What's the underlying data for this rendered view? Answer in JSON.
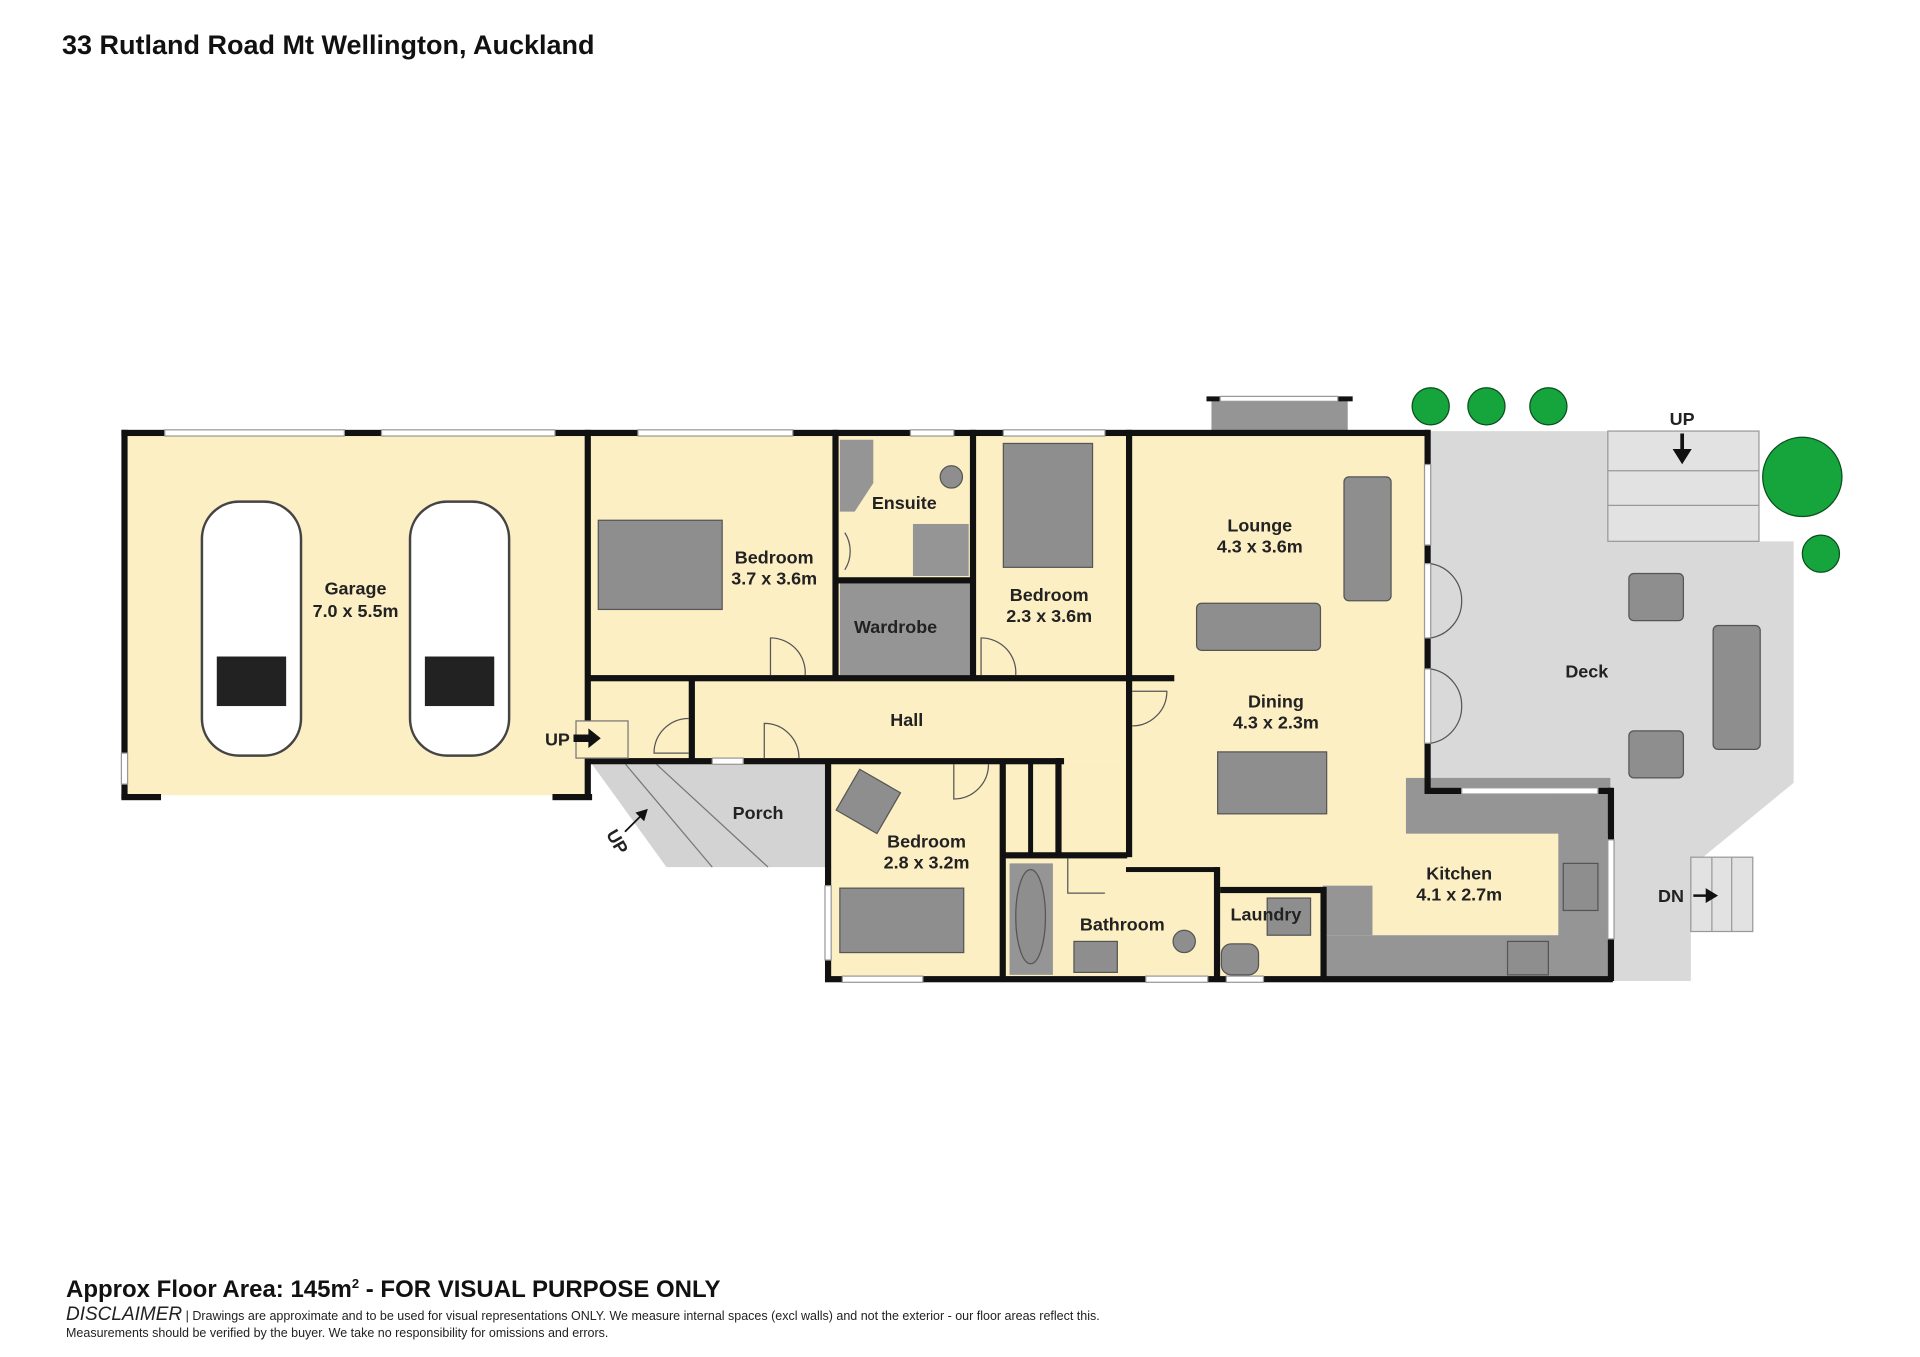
{
  "header": {
    "title": "33 Rutland Road Mt Wellington, Auckland"
  },
  "rooms": {
    "garage": {
      "name": "Garage",
      "size": "7.0 x 5.5m"
    },
    "bedroom1": {
      "name": "Bedroom",
      "size": "3.7 x 3.6m"
    },
    "ensuite": {
      "name": "Ensuite"
    },
    "wardrobe": {
      "name": "Wardrobe"
    },
    "bedroom2": {
      "name": "Bedroom",
      "size": "2.3 x 3.6m"
    },
    "lounge": {
      "name": "Lounge",
      "size": "4.3 x 3.6m"
    },
    "dining": {
      "name": "Dining",
      "size": "4.3 x 2.3m"
    },
    "hall": {
      "name": "Hall"
    },
    "porch": {
      "name": "Porch"
    },
    "bedroom3": {
      "name": "Bedroom",
      "size": "2.8 x 3.2m"
    },
    "bathroom": {
      "name": "Bathroom"
    },
    "laundry": {
      "name": "Laundry"
    },
    "kitchen": {
      "name": "Kitchen",
      "size": "4.1 x 2.7m"
    },
    "deck": {
      "name": "Deck"
    }
  },
  "stairs": {
    "garage_up": "UP",
    "porch_up": "UP",
    "deck_up": "UP",
    "deck_dn": "DN"
  },
  "footer": {
    "area_prefix": "Approx Floor Area: 145m",
    "area_sup": "2",
    "area_suffix": " - FOR VISUAL PURPOSE ONLY",
    "disclaimer_heading": "DISCLAIMER",
    "disclaimer_line1": " | Drawings are approximate and to be used for visual representations ONLY. We measure internal spaces (excl walls) and not the exterior - our floor areas reflect this.",
    "disclaimer_line2": "Measurements should be verified by the buyer. We take no responsibility for omissions and errors."
  },
  "colors": {
    "room": "#fdefc4",
    "wall": "#111111",
    "deck": "#d9d9d9",
    "fixture": "#959595",
    "tree": "#16a53c"
  }
}
